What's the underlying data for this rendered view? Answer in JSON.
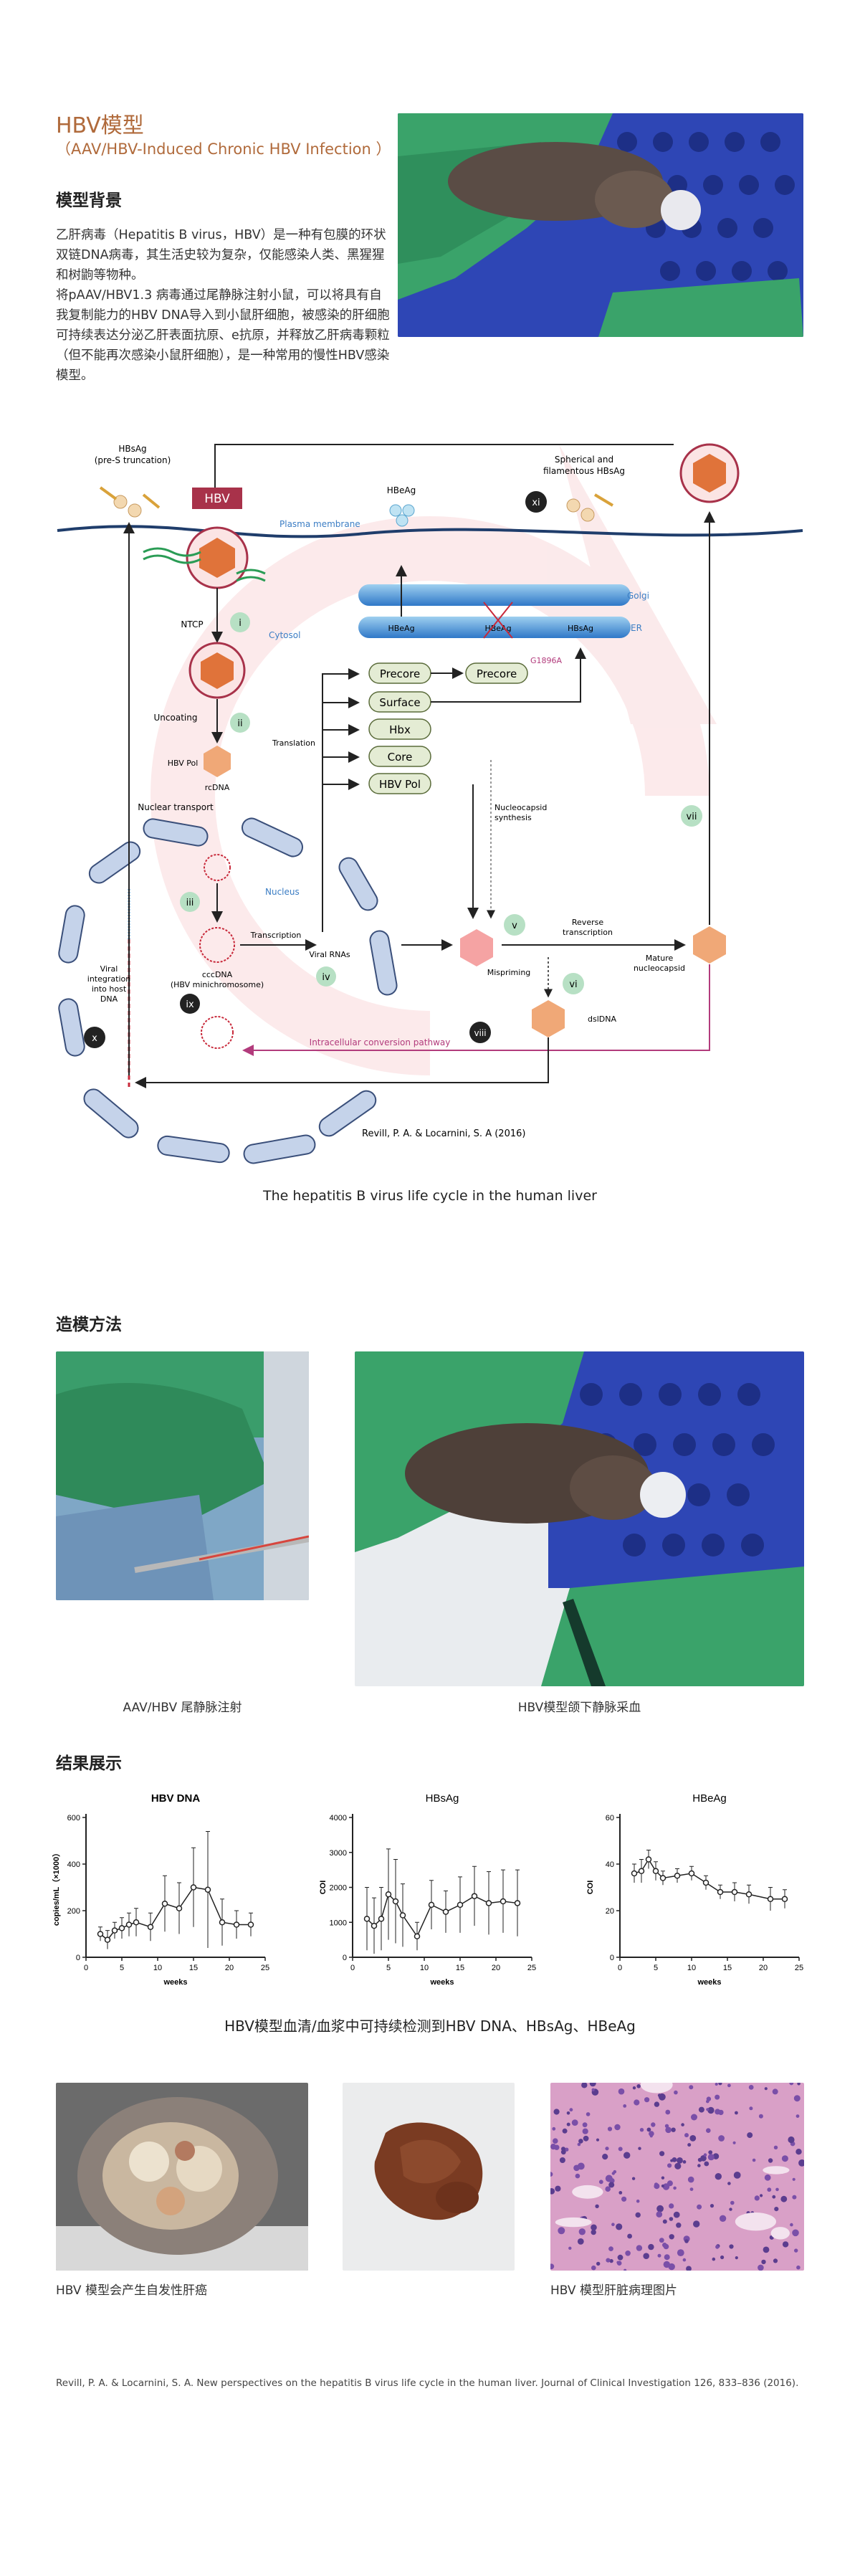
{
  "header": {
    "title": "HBV模型",
    "subtitle": "（AAV/HBV-Induced Chronic HBV Infection ）"
  },
  "background": {
    "heading": "模型背景",
    "paragraph1": "乙肝病毒（Hepatitis B virus，HBV）是一种有包膜的环状双链DNA病毒，其生活史较为复杂，仅能感染人类、黑猩猩和树鼩等物种。",
    "paragraph2": "将pAAV/HBV1.3 病毒通过尾静脉注射小鼠，可以将具有自我复制能力的HBV DNA导入到小鼠肝细胞，被感染的肝细胞可持续表达分泌乙肝表面抗原、e抗原，并释放乙肝病毒颗粒（但不能再次感染小鼠肝细胞），是一种常用的慢性HBV感染模型。"
  },
  "diagram": {
    "caption": "The hepatitis B virus life cycle in the human liver",
    "credit": "Revill, P. A. & Locarnini, S. A (2016)",
    "labels": {
      "hbsag_trunc": "HBsAg",
      "hbsag_trunc2": "(pre-S truncation)",
      "hbv": "HBV",
      "plasma": "Plasma membrane",
      "hbeag_top": "HBeAg",
      "spherical1": "Spherical and",
      "spherical2": "filamentous HBsAg",
      "golgi": "Golgi",
      "er": "ER",
      "hbeag_er1": "HBeAg",
      "hbeag_er2": "HBeAg",
      "hbsag_er": "HBsAg",
      "ntcp": "NTCP",
      "cytosol": "Cytosol",
      "g1896a": "G1896A",
      "precore1": "Precore",
      "precore2": "Precore",
      "surface": "Surface",
      "hbx": "Hbx",
      "core": "Core",
      "hbvpol": "HBV Pol",
      "uncoating": "Uncoating",
      "translation": "Translation",
      "hbvpol_small": "HBV Pol",
      "rcdna": "rcDNA",
      "nuclear_transport": "Nuclear transport",
      "nucleocapsid1": "Nucleocapsid",
      "nucleocapsid2": "synthesis",
      "nucleus": "Nucleus",
      "transcription": "Transcription",
      "viral_rnas": "Viral RNAs",
      "cccdna1": "cccDNA",
      "cccdna2": "(HBV minichromosome)",
      "reverse1": "Reverse",
      "reverse2": "transcription",
      "mature1": "Mature",
      "mature2": "nucleocapsid",
      "mispriming": "Mispriming",
      "dsldna": "dslDNA",
      "viral_int1": "Viral",
      "viral_int2": "integration",
      "viral_int3": "into host",
      "viral_int4": "DNA",
      "intracellular": "Intracellular conversion pathway"
    },
    "steps": [
      "i",
      "ii",
      "iii",
      "iv",
      "v",
      "vi",
      "vii",
      "viii",
      "ix",
      "x",
      "xi"
    ]
  },
  "method": {
    "heading": "造模方法",
    "caption_left": "AAV/HBV 尾静脉注射",
    "caption_right": "HBV模型颌下静脉采血"
  },
  "results": {
    "heading": "结果展示",
    "charts_caption": "HBV模型血清/血浆中可持续检测到HBV DNA、HBsAg、HBeAg",
    "caption_tumor": "HBV 模型会产生自发性肝癌",
    "caption_path": "HBV 模型肝脏病理图片"
  },
  "chart_data": [
    {
      "type": "line",
      "title": "HBV DNA",
      "xlabel": "weeks",
      "ylabel": "copies/mL（×1000）",
      "xlim": [
        0,
        25
      ],
      "ylim": [
        0,
        600
      ],
      "xticks": [
        0,
        5,
        10,
        15,
        20,
        25
      ],
      "yticks": [
        0,
        200,
        400,
        600
      ],
      "x": [
        2,
        3,
        4,
        5,
        6,
        7,
        9,
        11,
        13,
        15,
        17,
        19,
        21,
        23
      ],
      "y": [
        100,
        75,
        115,
        125,
        140,
        150,
        130,
        230,
        210,
        300,
        290,
        150,
        140,
        140
      ],
      "err": [
        30,
        40,
        35,
        45,
        50,
        60,
        60,
        120,
        110,
        170,
        250,
        100,
        60,
        50
      ]
    },
    {
      "type": "line",
      "title": "HBsAg",
      "xlabel": "weeks",
      "ylabel": "COI",
      "xlim": [
        0,
        25
      ],
      "ylim": [
        0,
        4000
      ],
      "xticks": [
        0,
        5,
        10,
        15,
        20,
        25
      ],
      "yticks": [
        0,
        1000,
        2000,
        3000,
        4000
      ],
      "x": [
        2,
        3,
        4,
        5,
        6,
        7,
        9,
        11,
        13,
        15,
        17,
        19,
        21,
        23
      ],
      "y": [
        1100,
        900,
        1100,
        1800,
        1600,
        1200,
        600,
        1500,
        1300,
        1500,
        1750,
        1550,
        1600,
        1550
      ],
      "err": [
        900,
        800,
        900,
        1300,
        1200,
        900,
        400,
        700,
        600,
        800,
        850,
        900,
        900,
        950
      ]
    },
    {
      "type": "line",
      "title": "HBeAg",
      "xlabel": "weeks",
      "ylabel": "COI",
      "xlim": [
        0,
        25
      ],
      "ylim": [
        0,
        60
      ],
      "xticks": [
        0,
        5,
        10,
        15,
        20,
        25
      ],
      "yticks": [
        0,
        20,
        40,
        60
      ],
      "x": [
        2,
        3,
        4,
        5,
        6,
        8,
        10,
        12,
        14,
        16,
        18,
        21,
        23
      ],
      "y": [
        36,
        37,
        42,
        37,
        34,
        35,
        36,
        32,
        28,
        28,
        27,
        25,
        25
      ],
      "err": [
        4,
        5,
        4,
        4,
        3,
        3,
        3,
        3,
        3,
        4,
        4,
        5,
        4
      ]
    }
  ],
  "reference": "Revill, P. A. & Locarnini, S. A. New perspectives on the hepatitis B virus life cycle in the human liver. Journal of Clinical Investigation 126, 833–836 (2016)."
}
